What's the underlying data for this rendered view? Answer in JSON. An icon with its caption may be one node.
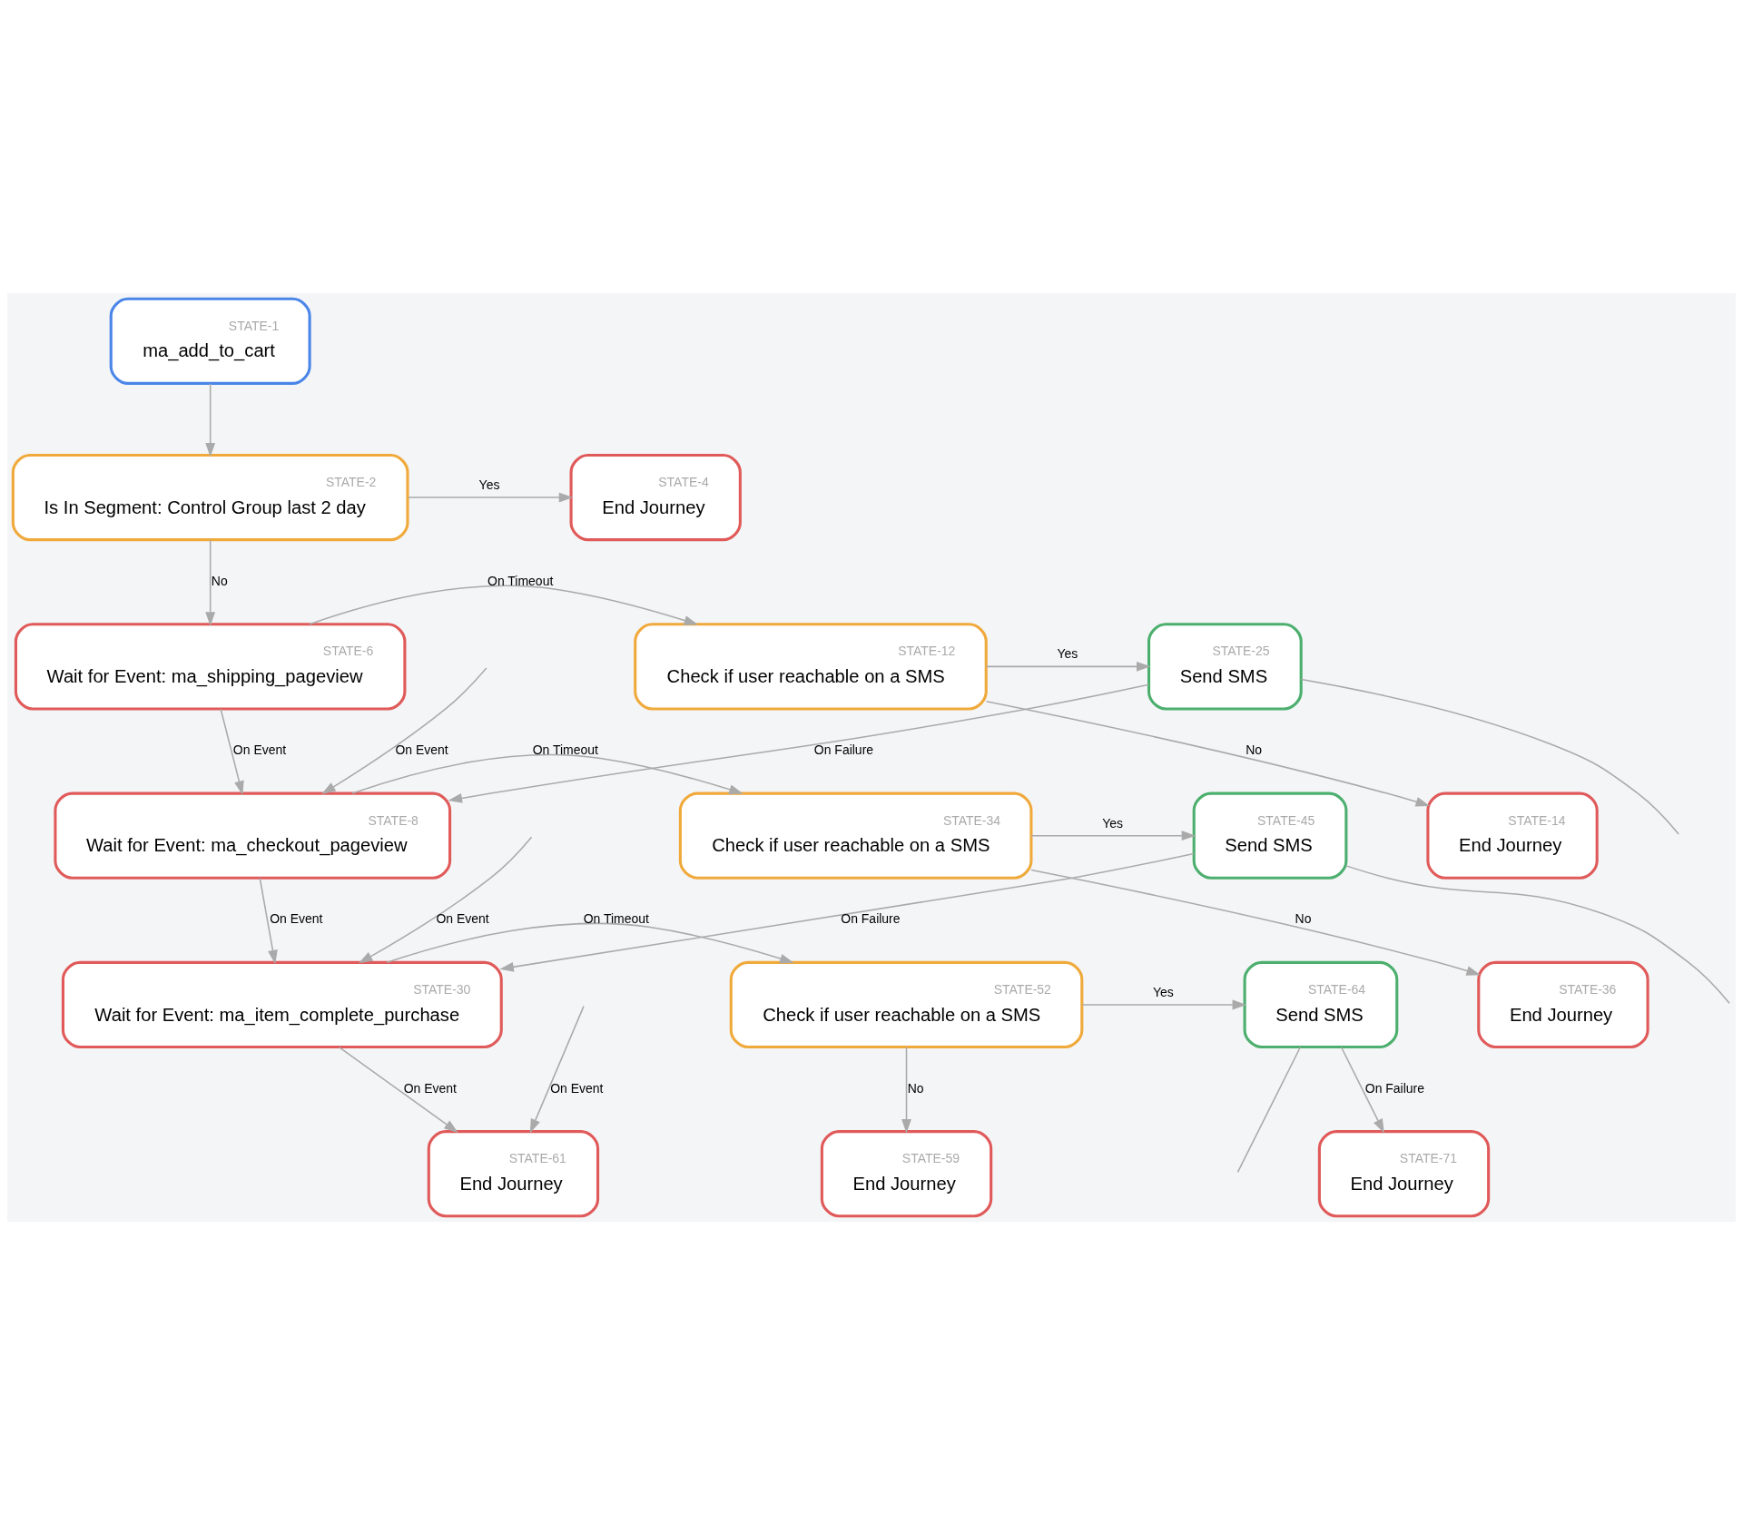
{
  "diagram": {
    "nodes": [
      {
        "text": [
          "STATE-1",
          "ma_add_to_cart"
        ]
      },
      {
        "text": [
          "STATE-4",
          "End Journey"
        ]
      },
      {
        "text": [
          "STATE-2",
          "Is In Segment: Control Group last 2 day"
        ]
      },
      {
        "text": [
          "STATE-6",
          "Wait for Event: ma_shipping_pageview"
        ]
      },
      {
        "text": [
          "STATE-12",
          "Check if user reachable on a SMS"
        ]
      },
      {
        "text": [
          "STATE-25",
          "Send SMS"
        ]
      },
      {
        "text": [
          "STATE-14",
          "End Journey"
        ]
      },
      {
        "text": [
          "STATE-8",
          "Wait for Event: ma_checkout_pageview"
        ]
      },
      {
        "text": [
          "STATE-34",
          "Check if user reachable on a SMS"
        ]
      },
      {
        "text": [
          "STATE-45",
          "Send SMS"
        ]
      },
      {
        "text": [
          "STATE-36",
          "End Journey"
        ]
      },
      {
        "text": [
          "STATE-30",
          "Wait for Event: ma_item_complete_purchase"
        ]
      },
      {
        "text": [
          "STATE-52",
          "Check if user reachable on a SMS"
        ]
      },
      {
        "text": [
          "STATE-64",
          "Send SMS"
        ]
      },
      {
        "text": [
          "STATE-59",
          "End Journey"
        ]
      },
      {
        "text": [
          "STATE-71",
          "End Journey"
        ]
      },
      {
        "text": [
          "STATE-61",
          "End Journey"
        ]
      }
    ],
    "edges": [
      {
        "from": 0,
        "to": 2,
        "arrow": "to"
      },
      {
        "from": 2,
        "to": 1,
        "arrow": "to",
        "label": "Yes"
      },
      {
        "from": 2,
        "to": 3,
        "arrow": "to",
        "label": "No"
      },
      {
        "from": 3,
        "to": 4,
        "arrow": "to",
        "label": "On Timeout"
      },
      {
        "from": 4,
        "to": 5,
        "arrow": "to",
        "label": "Yes"
      },
      {
        "from": 4,
        "to": 6,
        "arrow": "to",
        "label": "No"
      },
      {
        "from": 3,
        "to": 7,
        "arrow": "to",
        "label": "On Event"
      },
      {
        "from": 5,
        "to": 7,
        "arrow": "to",
        "label": "On Failure"
      },
      {
        "from": null,
        "to": 7,
        "arrow": "to",
        "label": "On Event"
      },
      {
        "from": 5,
        "to": null,
        "arrow": "none"
      },
      {
        "from": 7,
        "to": 8,
        "arrow": "to",
        "label": "On Timeout"
      },
      {
        "from": 8,
        "to": 9,
        "arrow": "to",
        "label": "Yes"
      },
      {
        "from": 8,
        "to": 10,
        "arrow": "to",
        "label": "No"
      },
      {
        "from": 7,
        "to": 11,
        "arrow": "to",
        "label": "On Event"
      },
      {
        "from": 9,
        "to": 11,
        "arrow": "to",
        "label": "On Failure"
      },
      {
        "from": null,
        "to": 11,
        "arrow": "to",
        "label": "On Event"
      },
      {
        "from": 9,
        "to": null,
        "arrow": "none"
      },
      {
        "from": 11,
        "to": 12,
        "arrow": "to",
        "label": "On Timeout"
      },
      {
        "from": 12,
        "to": 13,
        "arrow": "to",
        "label": "Yes"
      },
      {
        "from": 12,
        "to": 14,
        "arrow": "to",
        "label": "No"
      },
      {
        "from": 11,
        "to": 16,
        "arrow": "to",
        "label": "On Event"
      },
      {
        "from": 13,
        "to": 15,
        "arrow": "to",
        "label": "On Failure"
      },
      {
        "from": null,
        "to": 16,
        "arrow": "to",
        "label": "On Event"
      },
      {
        "from": 13,
        "to": null,
        "arrow": "none"
      }
    ]
  }
}
